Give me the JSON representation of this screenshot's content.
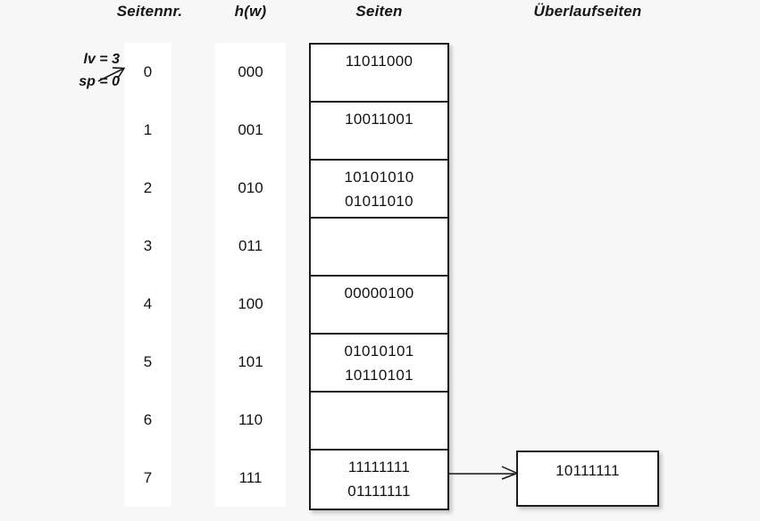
{
  "diagram": {
    "title_headers": {
      "seitennr": "Seitennr.",
      "hw": "h(w)",
      "seiten": "Seiten",
      "ueberlaufseiten": "Überlaufseiten"
    },
    "annotation": {
      "line1": "lv = 3",
      "line2": "sp = 0",
      "arrow_icon": "arrow-up-right-icon"
    },
    "rows": [
      {
        "seitennr": "0",
        "hw": "000",
        "entries": [
          "11011000"
        ]
      },
      {
        "seitennr": "1",
        "hw": "001",
        "entries": [
          "10011001"
        ]
      },
      {
        "seitennr": "2",
        "hw": "010",
        "entries": [
          "10101010",
          "01011010"
        ]
      },
      {
        "seitennr": "3",
        "hw": "011",
        "entries": []
      },
      {
        "seitennr": "4",
        "hw": "100",
        "entries": [
          "00000100"
        ]
      },
      {
        "seitennr": "5",
        "hw": "101",
        "entries": [
          "01010101",
          "10110101"
        ]
      },
      {
        "seitennr": "6",
        "hw": "110",
        "entries": []
      },
      {
        "seitennr": "7",
        "hw": "111",
        "entries": [
          "11111111",
          "01111111"
        ]
      }
    ],
    "overflow": {
      "from_row_index": 7,
      "entries": [
        "10111111"
      ],
      "arrow_icon": "arrow-right-icon"
    },
    "colors": {
      "background": "#f7f7f7",
      "band": "#ffffff",
      "border": "#1c1c1c",
      "text": "#131313"
    }
  }
}
